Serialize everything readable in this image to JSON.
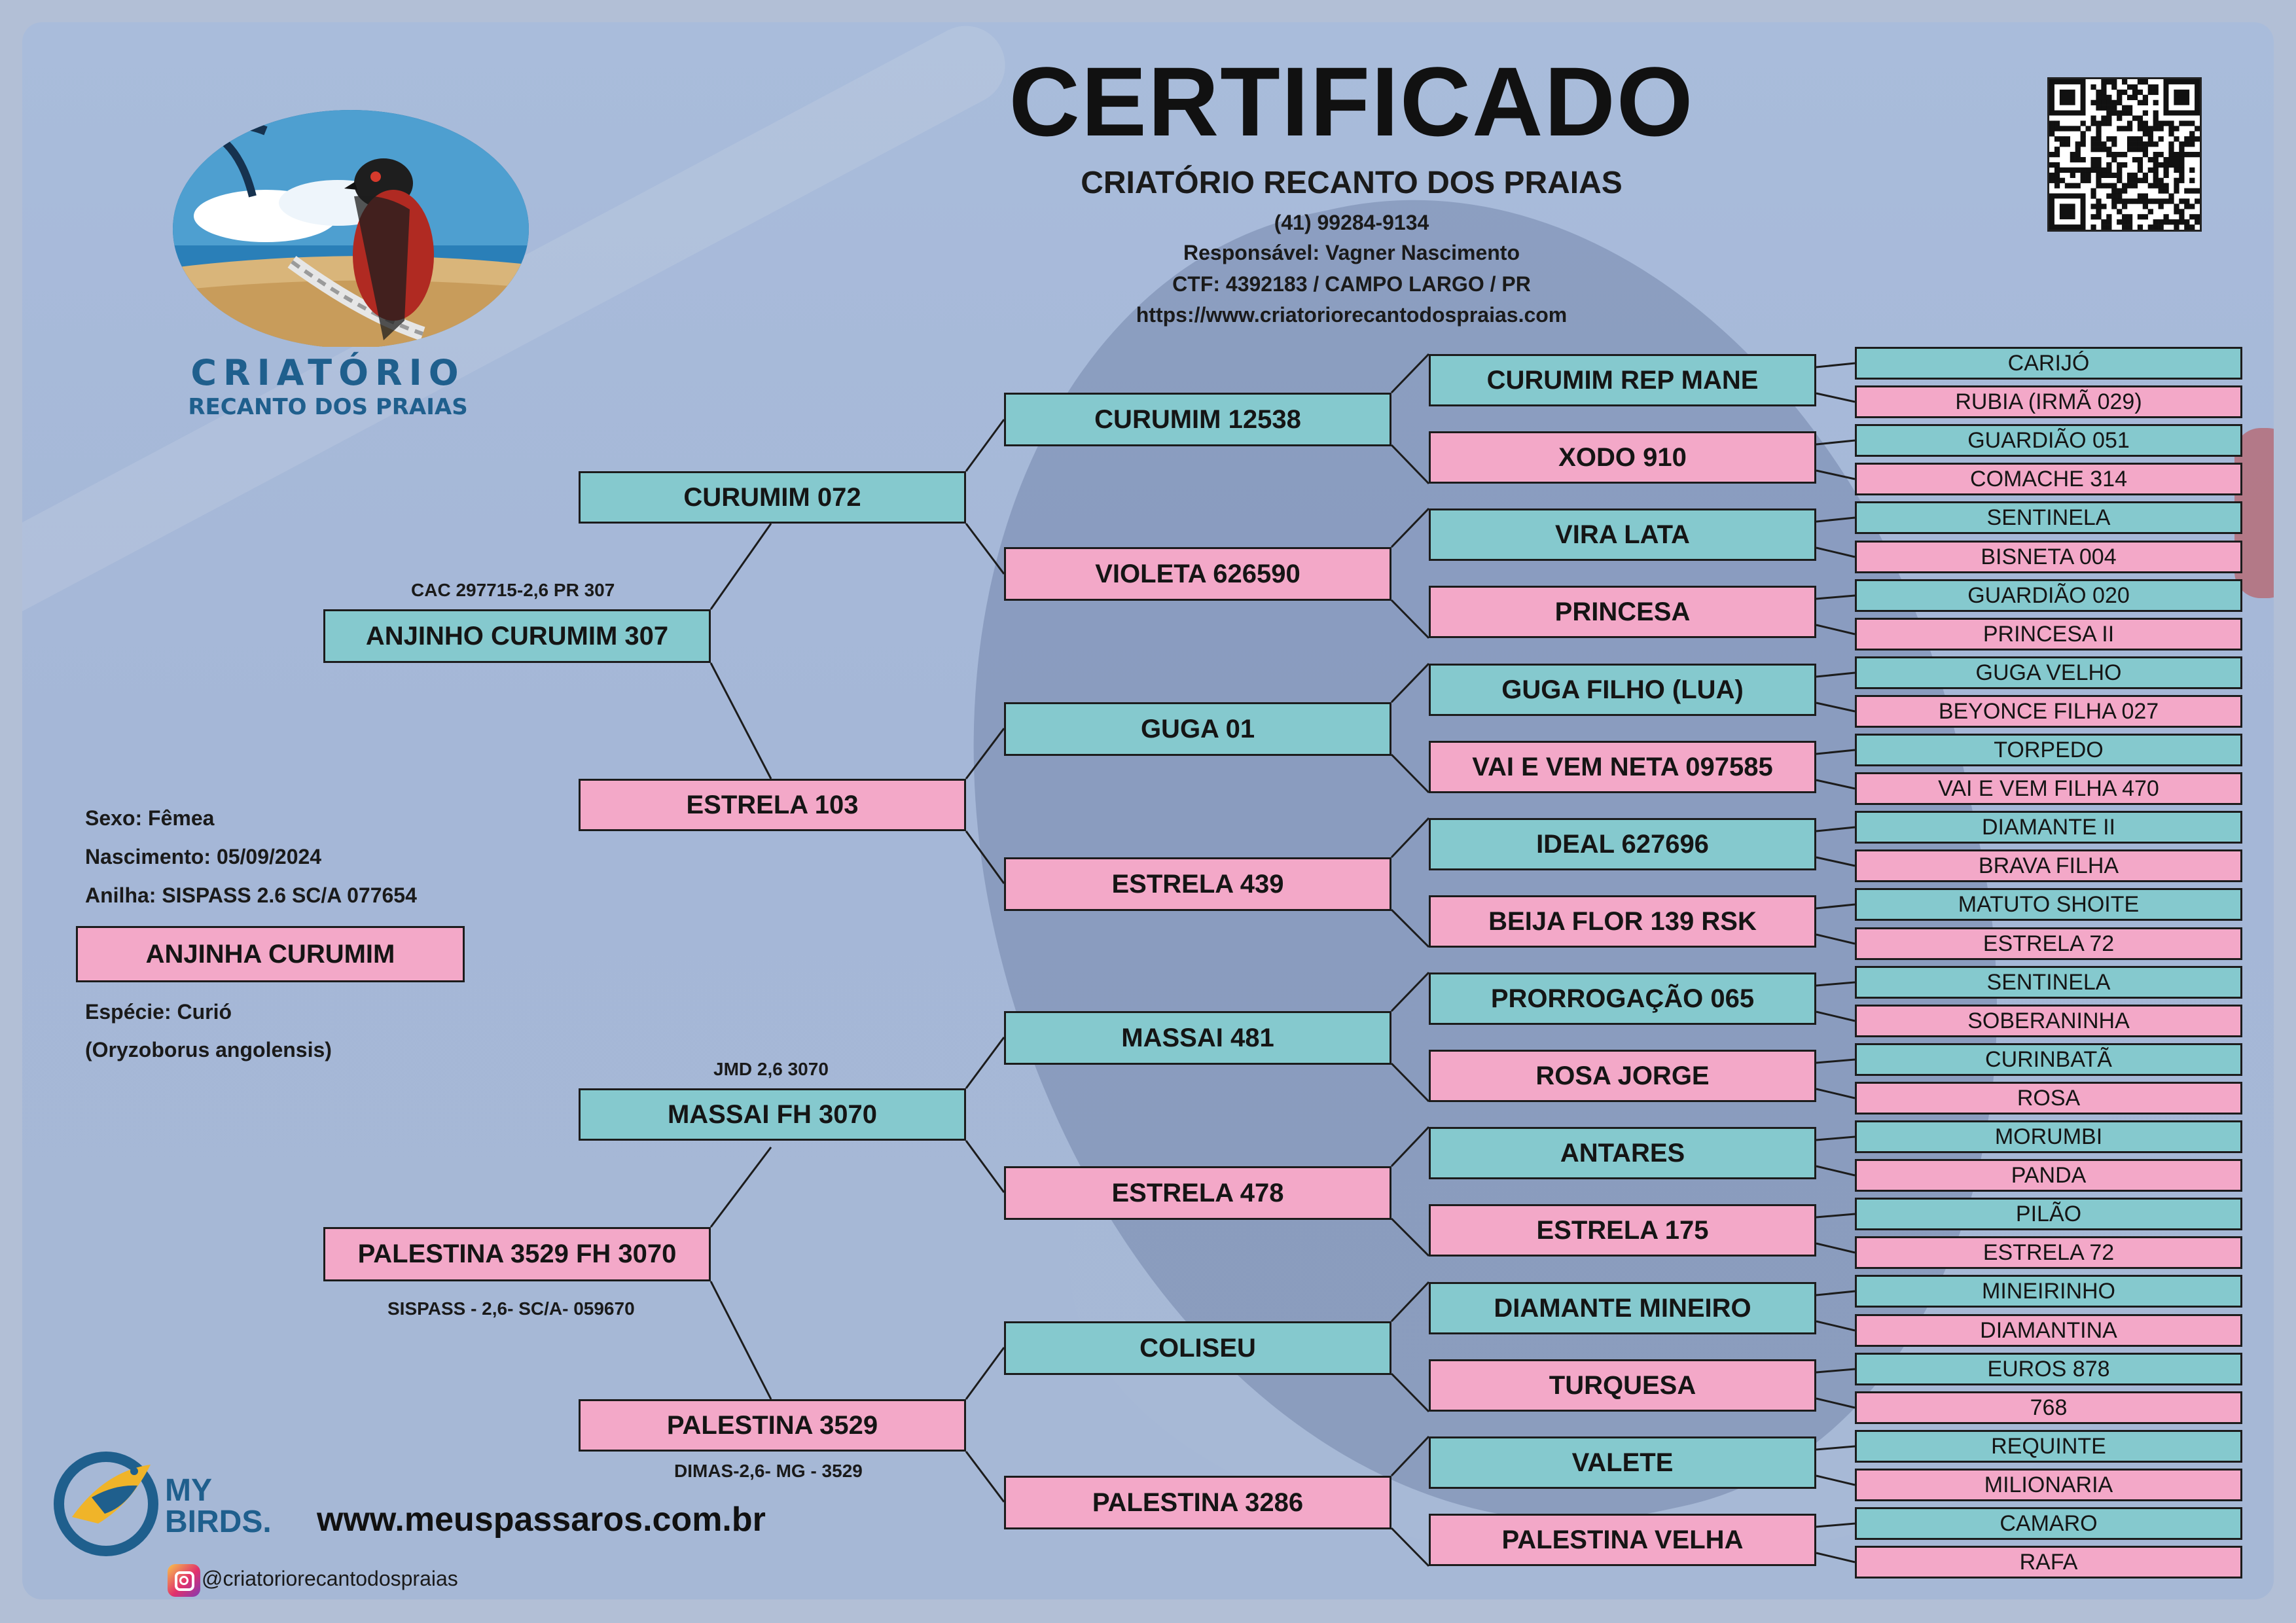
{
  "header": {
    "title": "CERTIFICADO",
    "breeder": "CRIATÓRIO RECANTO DOS PRAIAS",
    "phone": "(41) 99284-9134",
    "responsible": "Responsável: Vagner Nascimento",
    "ctf": "CTF: 4392183 / CAMPO LARGO / PR",
    "website": "https://www.criatoriorecantodospraias.com"
  },
  "logo": {
    "line1": "CRIATÓRIO",
    "line2": "RECANTO DOS PRAIAS"
  },
  "bird": {
    "sexo": "Sexo: Fêmea",
    "nascimento": "Nascimento: 05/09/2024",
    "anilha": "Anilha: SISPASS 2.6 SC/A 077654",
    "name": "ANJINHA CURUMIM",
    "especie": "Espécie: Curió",
    "cientifico": "(Oryzoborus angolensis)"
  },
  "pedigree": {
    "parents": [
      {
        "name": "ANJINHO CURUMIM 307",
        "sex": "m",
        "note": "CAC 297715-2,6 PR 307"
      },
      {
        "name": "PALESTINA 3529 FH 3070",
        "sex": "f",
        "note": "SISPASS - 2,6- SC/A- 059670"
      }
    ],
    "grandparents": [
      {
        "name": "CURUMIM 072",
        "sex": "m",
        "note": ""
      },
      {
        "name": "ESTRELA 103",
        "sex": "f",
        "note": ""
      },
      {
        "name": "MASSAI FH 3070",
        "sex": "m",
        "note": "JMD 2,6 3070"
      },
      {
        "name": "PALESTINA 3529",
        "sex": "f",
        "note": "DIMAS-2,6- MG - 3529"
      }
    ],
    "great_grandparents": [
      {
        "name": "CURUMIM 12538",
        "sex": "m"
      },
      {
        "name": "VIOLETA 626590",
        "sex": "f"
      },
      {
        "name": "GUGA 01",
        "sex": "m"
      },
      {
        "name": "ESTRELA 439",
        "sex": "f"
      },
      {
        "name": "MASSAI 481",
        "sex": "m"
      },
      {
        "name": "ESTRELA 478",
        "sex": "f"
      },
      {
        "name": "COLISEU",
        "sex": "m"
      },
      {
        "name": "PALESTINA 3286",
        "sex": "f"
      }
    ],
    "gen4": [
      {
        "name": "CURUMIM REP MANE",
        "sex": "m"
      },
      {
        "name": "XODO 910",
        "sex": "f"
      },
      {
        "name": "VIRA LATA",
        "sex": "m"
      },
      {
        "name": "PRINCESA",
        "sex": "f"
      },
      {
        "name": "GUGA FILHO (LUA)",
        "sex": "m"
      },
      {
        "name": "VAI E VEM NETA 097585",
        "sex": "f"
      },
      {
        "name": "IDEAL 627696",
        "sex": "m"
      },
      {
        "name": "BEIJA FLOR 139 RSK",
        "sex": "f"
      },
      {
        "name": "PRORROGAÇÃO 065",
        "sex": "m"
      },
      {
        "name": "ROSA JORGE",
        "sex": "f"
      },
      {
        "name": "ANTARES",
        "sex": "m"
      },
      {
        "name": "ESTRELA 175",
        "sex": "f"
      },
      {
        "name": "DIAMANTE MINEIRO",
        "sex": "m"
      },
      {
        "name": "TURQUESA",
        "sex": "f"
      },
      {
        "name": "VALETE",
        "sex": "m"
      },
      {
        "name": "PALESTINA VELHA",
        "sex": "f"
      }
    ],
    "gen5": [
      {
        "name": "CARIJÓ",
        "sex": "m"
      },
      {
        "name": "RUBIA (IRMÃ 029)",
        "sex": "f"
      },
      {
        "name": "GUARDIÃO 051",
        "sex": "m"
      },
      {
        "name": "COMACHE 314",
        "sex": "f"
      },
      {
        "name": "SENTINELA",
        "sex": "m"
      },
      {
        "name": "BISNETA 004",
        "sex": "f"
      },
      {
        "name": "GUARDIÃO 020",
        "sex": "m"
      },
      {
        "name": "PRINCESA II",
        "sex": "f"
      },
      {
        "name": "GUGA VELHO",
        "sex": "m"
      },
      {
        "name": "BEYONCE FILHA 027",
        "sex": "f"
      },
      {
        "name": "TORPEDO",
        "sex": "m"
      },
      {
        "name": "VAI E VEM FILHA 470",
        "sex": "f"
      },
      {
        "name": "DIAMANTE II",
        "sex": "m"
      },
      {
        "name": "BRAVA FILHA",
        "sex": "f"
      },
      {
        "name": "MATUTO SHOITE",
        "sex": "m"
      },
      {
        "name": "ESTRELA 72",
        "sex": "f"
      },
      {
        "name": "SENTINELA",
        "sex": "m"
      },
      {
        "name": "SOBERANINHA",
        "sex": "f"
      },
      {
        "name": "CURINBATÃ",
        "sex": "m"
      },
      {
        "name": "ROSA",
        "sex": "f"
      },
      {
        "name": "MORUMBI",
        "sex": "m"
      },
      {
        "name": "PANDA",
        "sex": "f"
      },
      {
        "name": "PILÃO",
        "sex": "m"
      },
      {
        "name": "ESTRELA 72",
        "sex": "f"
      },
      {
        "name": "MINEIRINHO",
        "sex": "m"
      },
      {
        "name": "DIAMANTINA",
        "sex": "f"
      },
      {
        "name": "EUROS 878",
        "sex": "m"
      },
      {
        "name": "768",
        "sex": "f"
      },
      {
        "name": "REQUINTE",
        "sex": "m"
      },
      {
        "name": "MILIONARIA",
        "sex": "f"
      },
      {
        "name": "CAMARO",
        "sex": "m"
      },
      {
        "name": "RAFA",
        "sex": "f"
      }
    ]
  },
  "footer": {
    "brand_line1": "MY",
    "brand_line2": "BIRDS.",
    "url": "www.meuspassaros.com.br",
    "instagram": "@criatoriorecantodospraias"
  },
  "colors": {
    "male": "#85c9ce",
    "female": "#f3a8c8",
    "background": "#a9bcdb"
  }
}
